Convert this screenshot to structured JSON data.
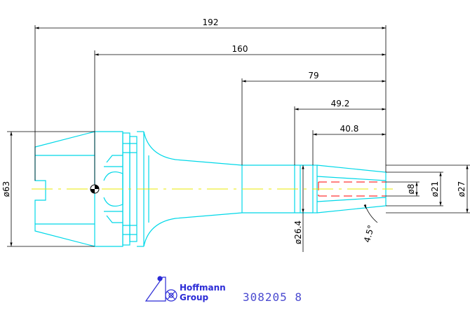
{
  "drawing": {
    "colors": {
      "part": "#00d8e8",
      "dimension": "#000000",
      "centerline": "#e8e800",
      "hidden": "#ff0000",
      "logo": "#2b2bd6"
    },
    "dimensions": {
      "overall_length": "192",
      "length_160": "160",
      "length_79": "79",
      "length_49_2": "49.2",
      "length_40_8": "40.8",
      "dia_63": "ø63",
      "dia_26_4": "ø26.4",
      "dia_8": "ø8",
      "dia_21": "ø21",
      "dia_27": "ø27",
      "angle": "4.5°"
    },
    "logo": {
      "line1": "Hoffmann",
      "line2": "Group"
    },
    "part_number": "308205  8"
  }
}
